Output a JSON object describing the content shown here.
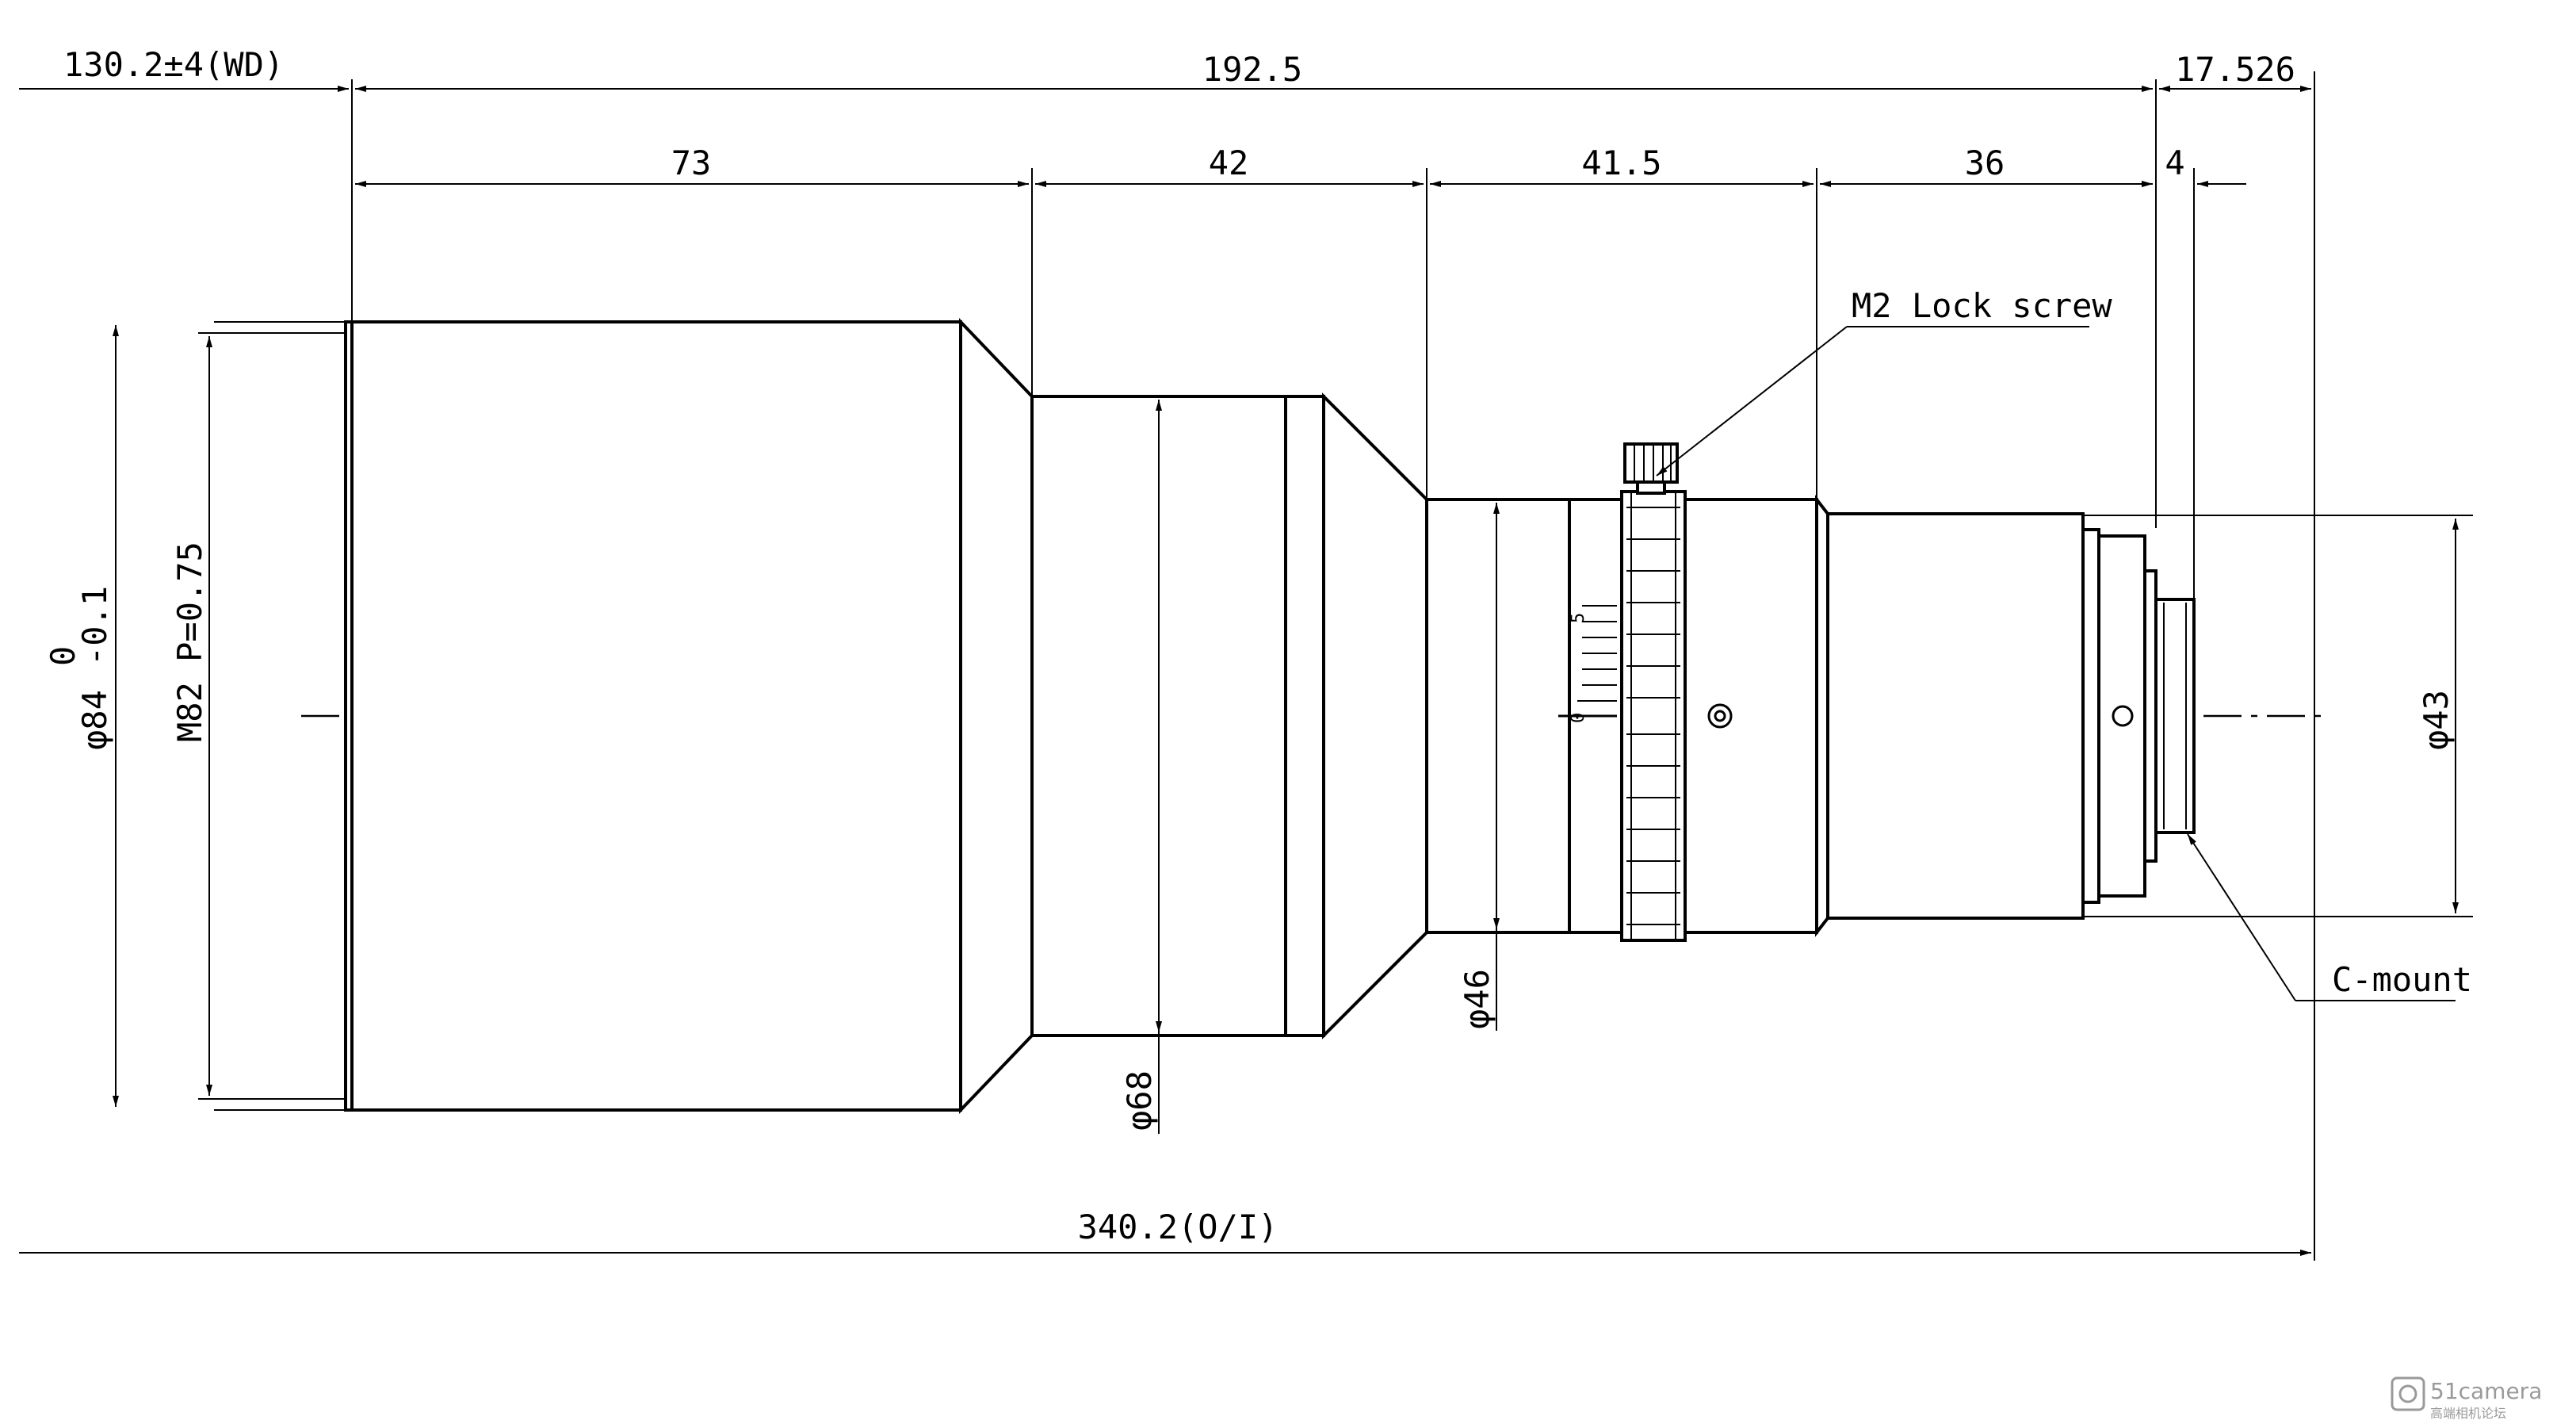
{
  "dimensions": {
    "working_distance": "130.2±4(WD)",
    "lens_length": "192.5",
    "flange_back": "17.526",
    "segment_1": "73",
    "segment_2": "42",
    "segment_3": "41.5",
    "segment_4": "36",
    "mount_thread": "4",
    "object_to_image": "340.2(O/I)"
  },
  "diameters": {
    "front_outer": "φ84",
    "front_tolerance_upper": "0",
    "front_tolerance_lower": "-0.1",
    "filter_thread": "M82 P=0.75",
    "barrel": "φ68",
    "focus_section": "φ46",
    "rear": "φ43"
  },
  "callouts": {
    "lock_screw": "M2 Lock screw",
    "mount": "C-mount"
  },
  "focus_scale": {
    "mark_0": "0",
    "mark_5": "5"
  },
  "watermark": {
    "text": "51camera",
    "subtext": "高端相机论坛"
  }
}
